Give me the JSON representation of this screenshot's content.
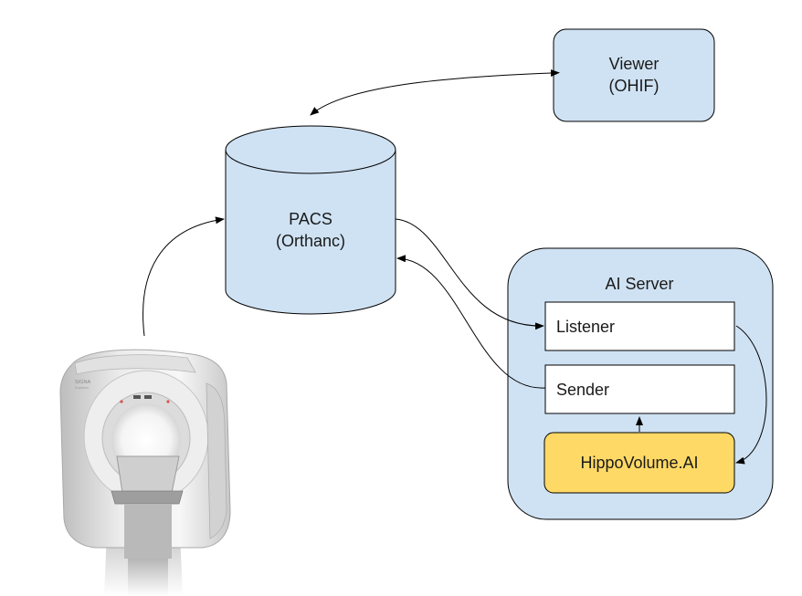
{
  "colors": {
    "node_fill": "#cfe2f3",
    "node_stroke": "#000000",
    "box_fill": "#ffffff",
    "highlight_fill": "#ffd966",
    "arrow": "#000000"
  },
  "viewer": {
    "line1": "Viewer",
    "line2": "(OHIF)"
  },
  "pacs": {
    "line1": "PACS",
    "line2": "(Orthanc)"
  },
  "ai_server": {
    "title": "AI Server",
    "listener": "Listener",
    "sender": "Sender",
    "model": "HippoVolume.AI"
  },
  "scanner": {
    "icon": "mri-scanner-icon",
    "brand_line1": "SIGNA",
    "brand_line2": "Explorer"
  }
}
